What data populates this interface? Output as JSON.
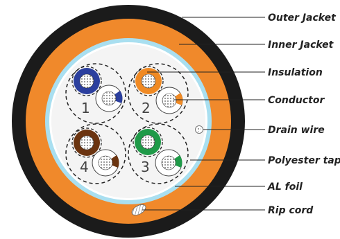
{
  "labels": {
    "outer_jacket": "Outer Jacket",
    "inner_jacket": "Inner Jacket",
    "insulation": "Insulation",
    "conductor": "Conductor",
    "drain_wire": "Drain wire",
    "polyester_tape": "Polyester tape",
    "al_foil": "AL foil",
    "rip_cord": "Rip cord"
  },
  "pairs": [
    {
      "number": "1",
      "color": "#2b3f9e"
    },
    {
      "number": "2",
      "color": "#f08a24"
    },
    {
      "number": "3",
      "color": "#1f9a48"
    },
    {
      "number": "4",
      "color": "#6b3410"
    }
  ],
  "colors": {
    "outer_jacket": "#1b1b1b",
    "inner_jacket": "#f0892b",
    "foil": "#a9dff0",
    "tape": "#ffffff",
    "core": "#f4f4f4",
    "leader_line": "#222222"
  }
}
